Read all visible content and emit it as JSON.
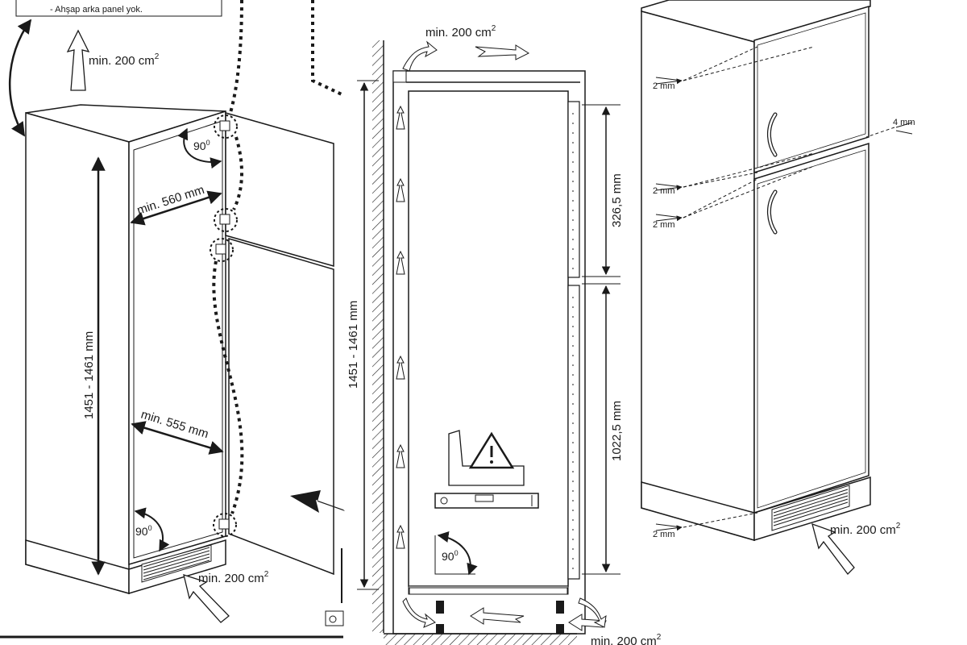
{
  "panel_left": {
    "note": "- Ahşap arka panel yok.",
    "vent_top": "min. 200 cm",
    "vent_bottom": "min. 200 cm",
    "vent_sup": "2",
    "height": "1451 - 1461 mm",
    "width_top": "min. 560 mm",
    "width_bottom": "min. 555 mm",
    "angle_top": "90",
    "angle_bottom": "90",
    "deg": "0"
  },
  "panel_middle": {
    "vent_top": "min. 200 cm",
    "vent_bottom": "min. 200 cm",
    "vent_sup": "2",
    "height": "1451 - 1461 mm",
    "upper_door": "326,5 mm",
    "lower_door": "1022,5 mm",
    "angle": "90",
    "deg": "0"
  },
  "panel_right": {
    "gap_top": "2 mm",
    "gap_side": "4 mm",
    "gap_mid_1": "2 mm",
    "gap_mid_2": "2 mm",
    "gap_bottom": "2 mm",
    "vent": "min. 200 cm",
    "vent_sup": "2"
  }
}
